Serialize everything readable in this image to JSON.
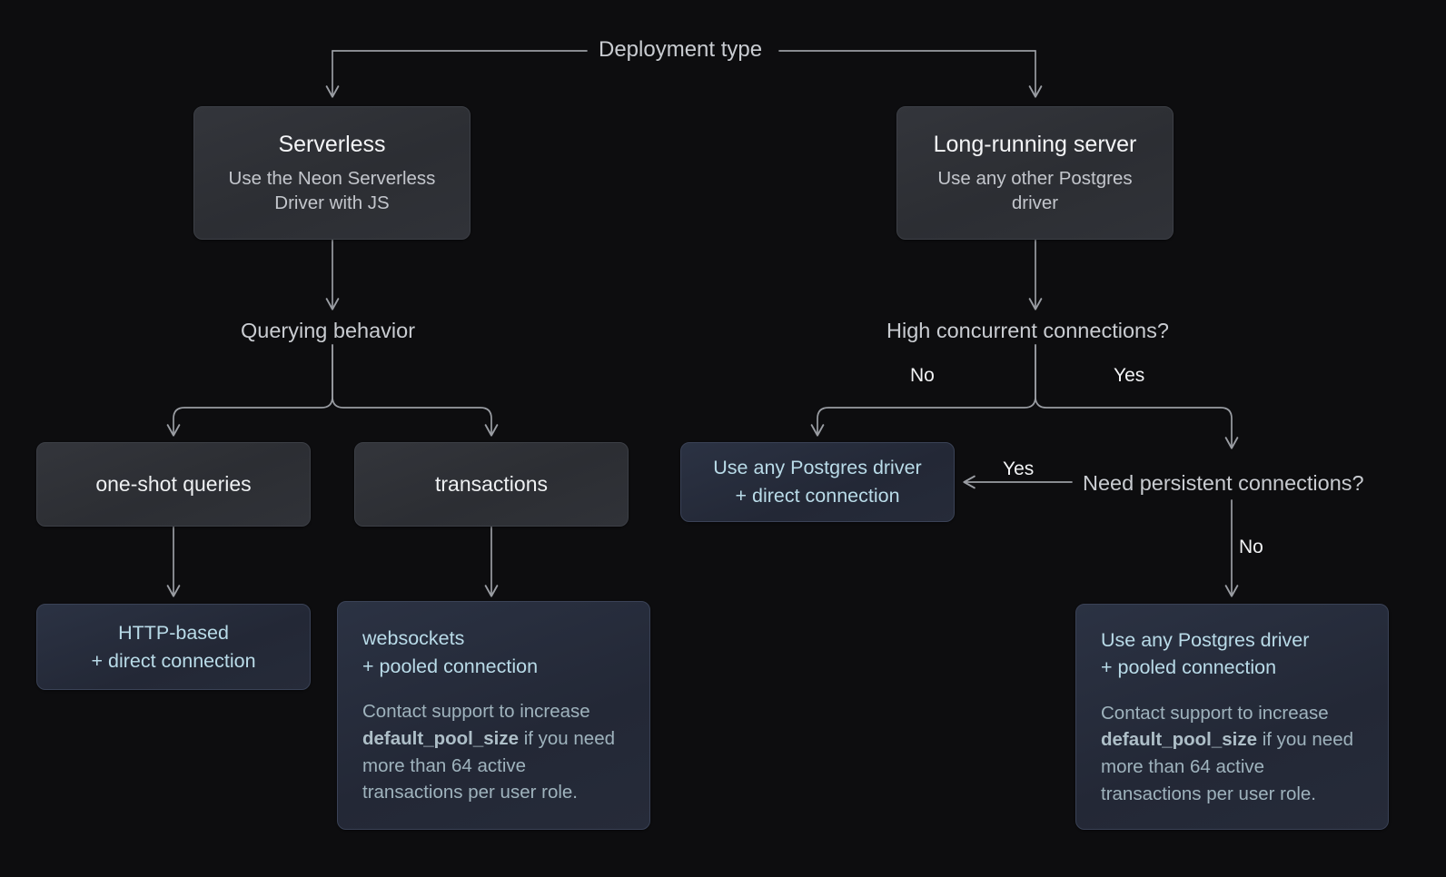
{
  "diagram": {
    "header": {
      "label": "Deployment type"
    },
    "nodes": {
      "serverless": {
        "title": "Serverless",
        "subtitle": "Use the Neon Serverless Driver with JS"
      },
      "long_running": {
        "title": "Long-running server",
        "subtitle": "Use any other Postgres driver"
      },
      "querying_behavior": {
        "label": "Querying behavior"
      },
      "high_concurrent": {
        "label": "High concurrent connections?"
      },
      "one_shot": {
        "label": "one-shot queries"
      },
      "transactions": {
        "label": "transactions"
      },
      "need_persistent": {
        "label": "Need persistent connections?"
      },
      "driver_direct": {
        "line1": "Use any Postgres driver",
        "line2": "+ direct connection"
      },
      "http_direct": {
        "line1": "HTTP-based",
        "line2": "+ direct connection"
      },
      "websockets_pooled": {
        "line1": "websockets",
        "line2": "+ pooled connection",
        "note_before": "Contact support to increase ",
        "note_code": "default_pool_size",
        "note_after": " if you need more than 64 active transactions per user role."
      },
      "driver_pooled": {
        "line1": "Use any Postgres driver",
        "line2": "+ pooled connection",
        "note_before": "Contact support to increase ",
        "note_code": "default_pool_size",
        "note_after": " if you need more than 64 active transactions per user role."
      }
    },
    "edge_labels": {
      "concurrent_no": "No",
      "concurrent_yes": "Yes",
      "persistent_yes": "Yes",
      "persistent_no": "No"
    },
    "colors": {
      "background": "#0d0d0f",
      "box_dark": "#2e3036",
      "box_blue": "#242a38",
      "connector": "#9a9da3",
      "text_primary": "#f4f5f7",
      "text_muted": "#c3c6cc",
      "text_accent": "#b9dbe8",
      "text_accent_muted": "#9fb3bd"
    }
  }
}
